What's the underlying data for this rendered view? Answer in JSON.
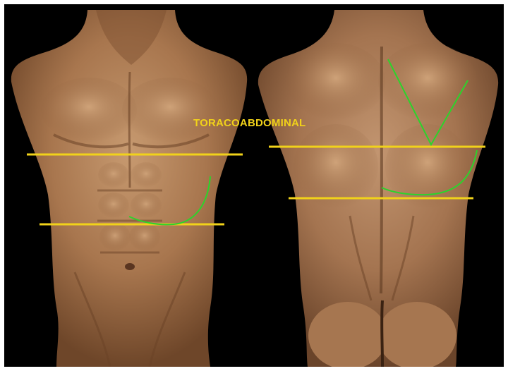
{
  "label": {
    "text": "TORACOABDOMINAL"
  },
  "colors": {
    "background": "#000000",
    "border": "#ffffff",
    "label": "#f1d21a",
    "level_line": "#f1d21a",
    "diaphragm_curve": "#2bd42b",
    "skin": "#b98a62"
  },
  "figures": [
    "anterior-torso",
    "posterior-torso"
  ]
}
